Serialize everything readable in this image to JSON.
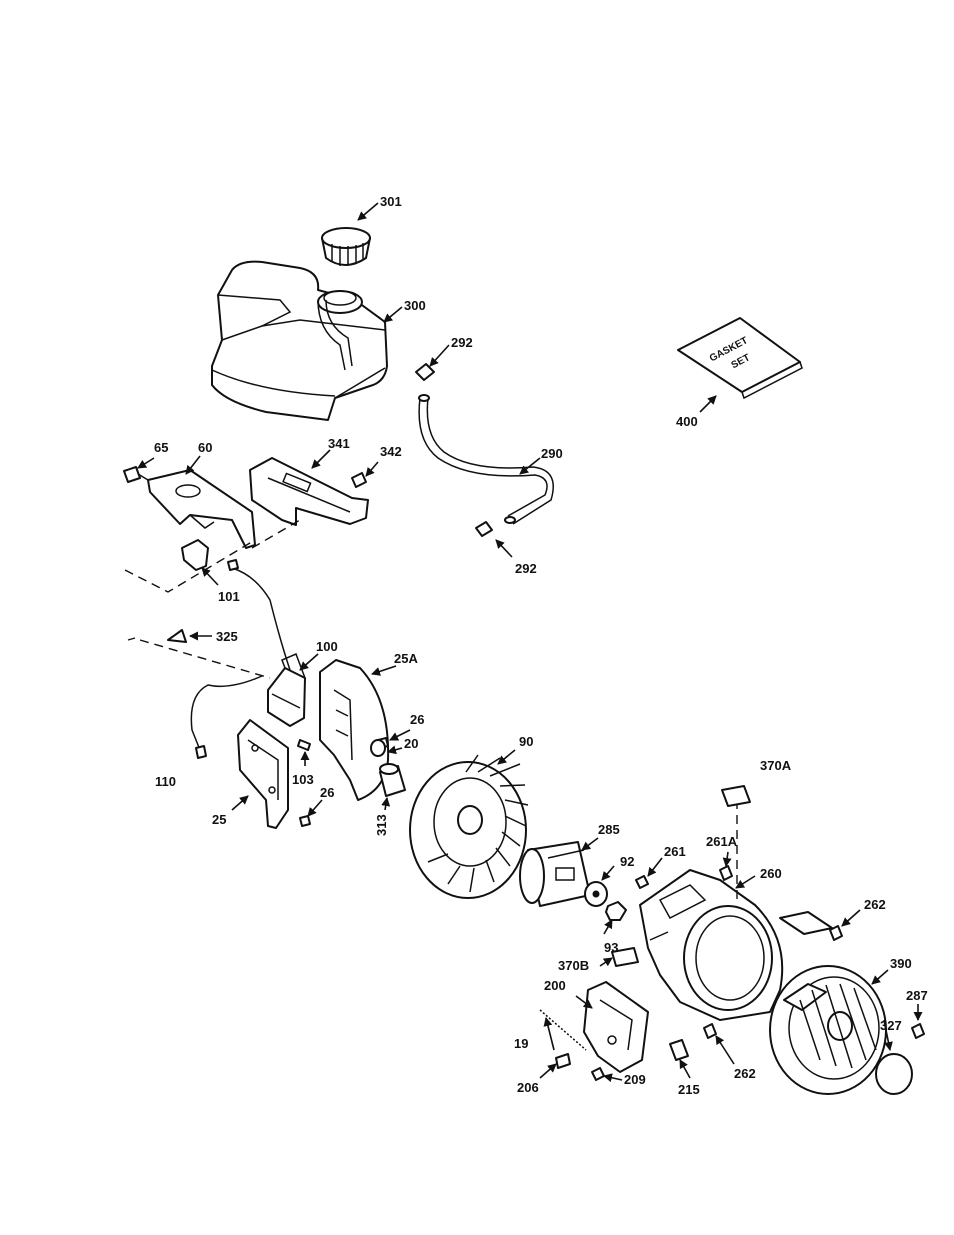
{
  "diagram": {
    "callouts": [
      {
        "id": "c301",
        "text": "301"
      },
      {
        "id": "c300",
        "text": "300"
      },
      {
        "id": "c292a",
        "text": "292"
      },
      {
        "id": "c292b",
        "text": "292"
      },
      {
        "id": "c290",
        "text": "290"
      },
      {
        "id": "c400",
        "text": "400"
      },
      {
        "id": "c65",
        "text": "65"
      },
      {
        "id": "c60",
        "text": "60"
      },
      {
        "id": "c341",
        "text": "341"
      },
      {
        "id": "c342",
        "text": "342"
      },
      {
        "id": "c101",
        "text": "101"
      },
      {
        "id": "c325",
        "text": "325"
      },
      {
        "id": "c100",
        "text": "100"
      },
      {
        "id": "c25A",
        "text": "25A"
      },
      {
        "id": "c26a",
        "text": "26"
      },
      {
        "id": "c20",
        "text": "20"
      },
      {
        "id": "c110",
        "text": "110"
      },
      {
        "id": "c103",
        "text": "103"
      },
      {
        "id": "c26b",
        "text": "26"
      },
      {
        "id": "c25",
        "text": "25"
      },
      {
        "id": "c313",
        "text": "313"
      },
      {
        "id": "c90",
        "text": "90"
      },
      {
        "id": "c285",
        "text": "285"
      },
      {
        "id": "c92",
        "text": "92"
      },
      {
        "id": "c93",
        "text": "93"
      },
      {
        "id": "c261",
        "text": "261"
      },
      {
        "id": "c261A",
        "text": "261A"
      },
      {
        "id": "c260",
        "text": "260"
      },
      {
        "id": "c370A",
        "text": "370A"
      },
      {
        "id": "c262a",
        "text": "262"
      },
      {
        "id": "c390",
        "text": "390"
      },
      {
        "id": "c287",
        "text": "287"
      },
      {
        "id": "c327",
        "text": "327"
      },
      {
        "id": "c370B",
        "text": "370B"
      },
      {
        "id": "c200",
        "text": "200"
      },
      {
        "id": "c19",
        "text": "19"
      },
      {
        "id": "c206",
        "text": "206"
      },
      {
        "id": "c209",
        "text": "209"
      },
      {
        "id": "c215",
        "text": "215"
      },
      {
        "id": "c262b",
        "text": "262"
      }
    ],
    "gasket_text": {
      "line1": "GASKET",
      "line2": "SET"
    }
  }
}
